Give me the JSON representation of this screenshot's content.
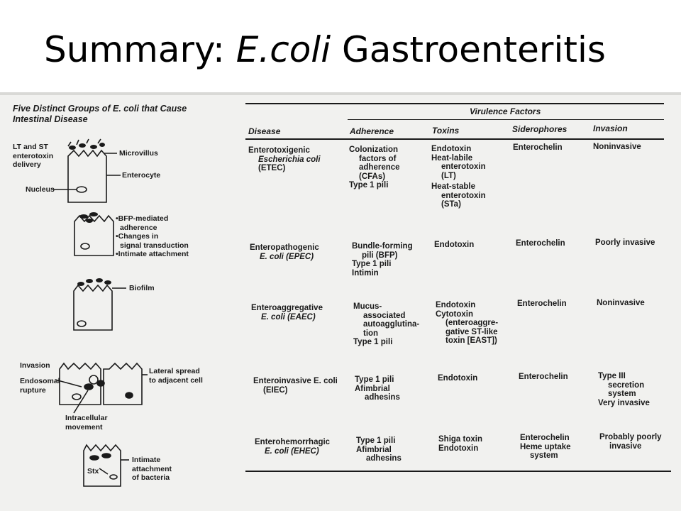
{
  "title": {
    "prefix": "Summary: ",
    "italic": "E.coli",
    "suffix": " Gastroenteritis"
  },
  "figure": {
    "title_line1": "Five Distinct Groups of E. coli that Cause",
    "title_line2": "Intestinal Disease",
    "labels": {
      "lt_st_1": "LT and ST",
      "lt_st_2": "enterotoxin",
      "lt_st_3": "delivery",
      "microvillus": "Microvillus",
      "enterocyte": "Enterocyte",
      "nucleus": "Nucleus",
      "bfp_1": "•BFP-mediated",
      "bfp_2": "adherence",
      "bfp_3": "•Changes in",
      "bfp_4": "signal transduction",
      "bfp_5": "•Intimate attachment",
      "biofilm": "Biofilm",
      "invasion": "Invasion",
      "endosomal_1": "Endosomal",
      "endosomal_2": "rupture",
      "lateral_1": "Lateral spread",
      "lateral_2": "to adjacent cell",
      "intracellular_1": "Intracellular",
      "intracellular_2": "movement",
      "stx": "Stx",
      "intimate_1": "Intimate",
      "intimate_2": "attachment",
      "intimate_3": "of bacteria"
    }
  },
  "table": {
    "group_header": "Virulence Factors",
    "headers": {
      "disease": "Disease",
      "adherence": "Adherence",
      "toxins": "Toxins",
      "siderophores": "Siderophores",
      "invasion": "Invasion"
    },
    "rows": [
      {
        "disease": [
          "Enterotoxigenic",
          "Escherichia coli",
          "(ETEC)"
        ],
        "adherence": [
          "Colonization",
          "factors of",
          "adherence",
          "(CFAs)",
          "Type 1 pili"
        ],
        "toxins": [
          "Endotoxin",
          "Heat-labile",
          "enterotoxin",
          "(LT)",
          "Heat-stable",
          "enterotoxin",
          "(STa)"
        ],
        "siderophores": [
          "Enterochelin"
        ],
        "invasion": [
          "Noninvasive"
        ]
      },
      {
        "disease": [
          "Enteropathogenic",
          "E. coli (EPEC)"
        ],
        "adherence": [
          "Bundle-forming",
          "pili (BFP)",
          "Type 1 pili",
          "Intimin"
        ],
        "toxins": [
          "Endotoxin"
        ],
        "siderophores": [
          "Enterochelin"
        ],
        "invasion": [
          "Poorly invasive"
        ]
      },
      {
        "disease": [
          "Enteroaggregative",
          "E. coli (EAEC)"
        ],
        "adherence": [
          "Mucus-",
          "associated",
          "autoagglutina-",
          "tion",
          "Type 1 pili"
        ],
        "toxins": [
          "Endotoxin",
          "Cytotoxin",
          "(enteroaggre-",
          "gative ST-like",
          "toxin [EAST])"
        ],
        "siderophores": [
          "Enterochelin"
        ],
        "invasion": [
          "Noninvasive"
        ]
      },
      {
        "disease": [
          "Enteroinvasive E. coli",
          "(EIEC)"
        ],
        "adherence": [
          "Type 1 pili",
          "Afimbrial",
          "adhesins"
        ],
        "toxins": [
          "Endotoxin"
        ],
        "siderophores": [
          "Enterochelin"
        ],
        "invasion": [
          "Type III",
          "secretion",
          "system",
          "Very invasive"
        ]
      },
      {
        "disease": [
          "Enterohemorrhagic",
          "E. coli (EHEC)"
        ],
        "adherence": [
          "Type 1 pili",
          "Afimbrial",
          "adhesins"
        ],
        "toxins": [
          "Shiga toxin",
          "Endotoxin"
        ],
        "siderophores": [
          "Enterochelin",
          "Heme uptake",
          "system"
        ],
        "invasion": [
          "Probably poorly",
          "invasive"
        ]
      }
    ]
  }
}
